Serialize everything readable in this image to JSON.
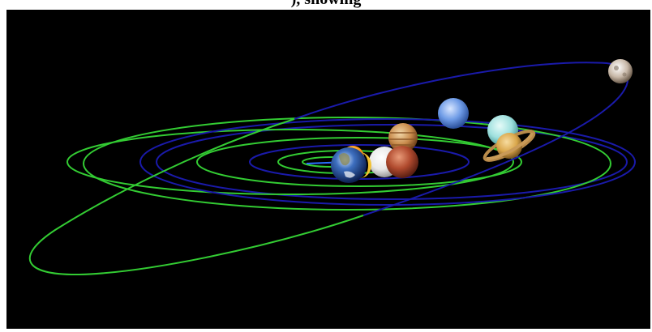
{
  "caption": {
    "text": "), showing"
  },
  "scene": {
    "orbit_colors": {
      "inner": "#33cc33",
      "outer": "#1a1aaa"
    },
    "objects": [
      "sun",
      "mercury",
      "venus",
      "earth",
      "moon",
      "mars",
      "jupiter",
      "saturn",
      "uranus",
      "neptune",
      "pluto"
    ]
  }
}
